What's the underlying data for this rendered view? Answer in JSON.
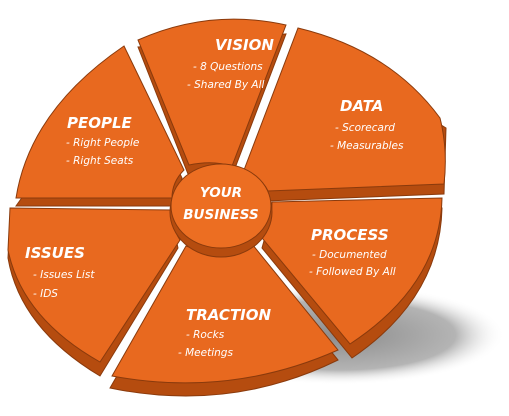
{
  "center": {
    "line1": "YOUR",
    "line2": "BUSINESS"
  },
  "segments": [
    {
      "key": "vision",
      "title": "VISION",
      "items": [
        "- 8 Questions",
        "- Shared By All"
      ]
    },
    {
      "key": "data",
      "title": "DATA",
      "items": [
        "- Scorecard",
        "- Measurables"
      ]
    },
    {
      "key": "process",
      "title": "PROCESS",
      "items": [
        "- Documented",
        "- Followed By All"
      ]
    },
    {
      "key": "traction",
      "title": "TRACTION",
      "items": [
        "- Rocks",
        "- Meetings"
      ]
    },
    {
      "key": "issues",
      "title": "ISSUES",
      "items": [
        "- Issues List",
        "- IDS"
      ]
    },
    {
      "key": "people",
      "title": "PEOPLE",
      "items": [
        "- Right People",
        "- Right Seats"
      ]
    }
  ],
  "colors": {
    "segment_fill": "#e8691f",
    "segment_side": "#b54c0f",
    "segment_outline": "#8a3a0c",
    "center_fill": "#ec6e22",
    "shadow": "#9a9a9a",
    "text": "#ffffff"
  }
}
